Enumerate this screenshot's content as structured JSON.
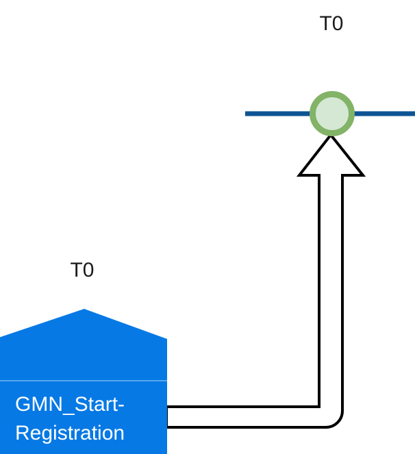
{
  "diagram": {
    "type": "bpmn-like-flow",
    "background_color": "#ffffff",
    "nodes": {
      "start_event": {
        "label": "GMN_Start-Registration",
        "label_line_1": "GMN_Start-",
        "label_line_2": "Registration",
        "time_label": "T0",
        "shape": "pentagon-house",
        "fill_color": "#0779E5",
        "text_color": "#ffffff",
        "divider_color": "#57a9ee"
      },
      "intermediate_event": {
        "time_label": "T0",
        "shape": "circle",
        "ring_color": "#82b366",
        "fill_color": "#d5e8d4"
      },
      "lane_line": {
        "color": "#0e5494",
        "thickness": "7"
      }
    },
    "connector": {
      "type": "block-arrow",
      "direction": "up",
      "outline_color": "#000000",
      "fill_color": "#ffffff",
      "stroke_width": "4"
    }
  }
}
